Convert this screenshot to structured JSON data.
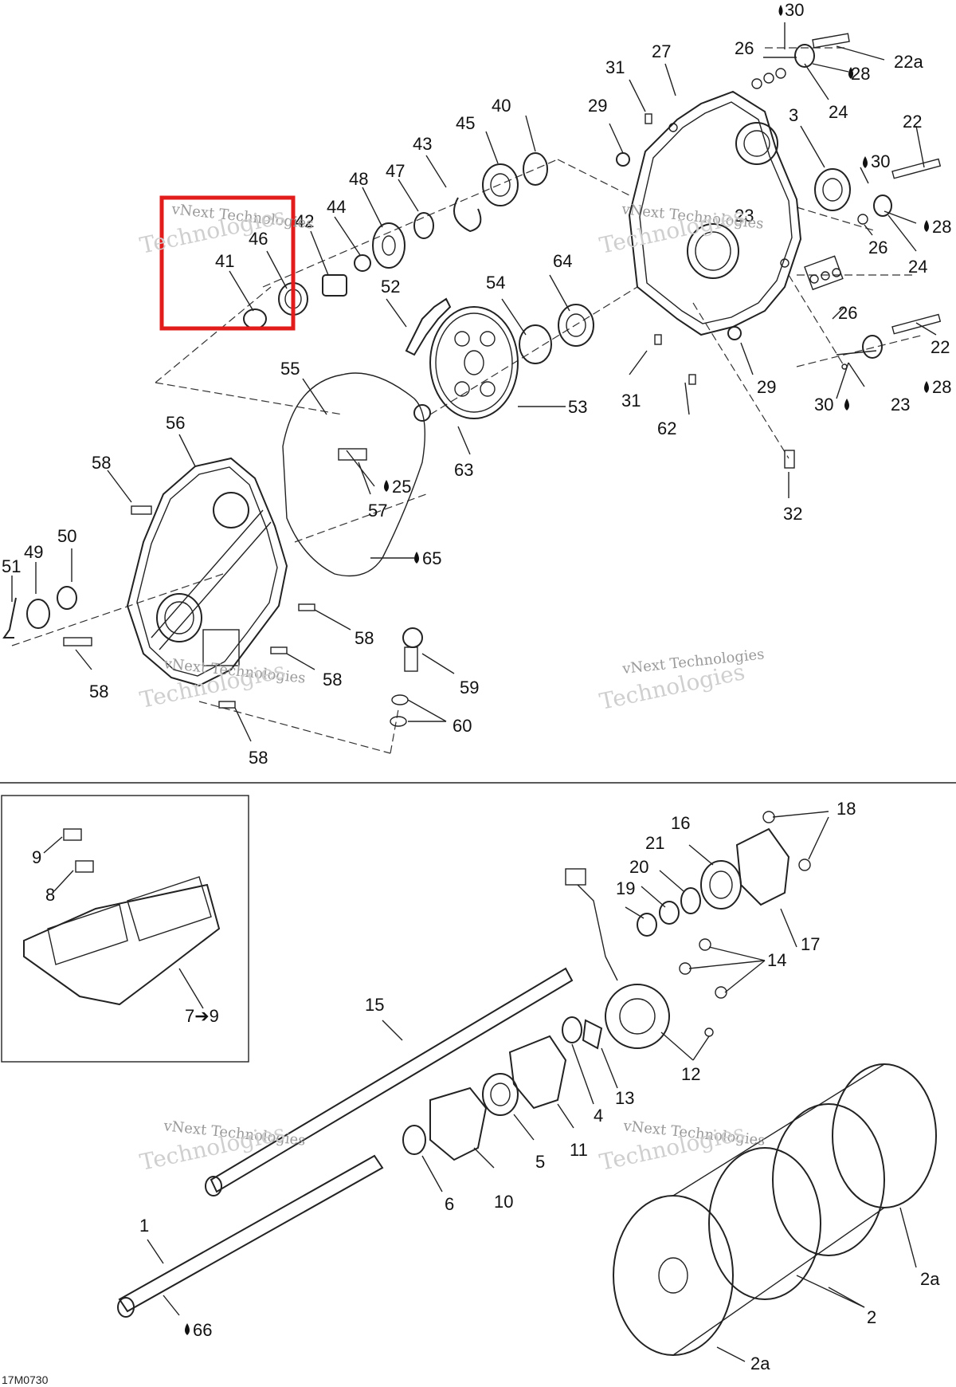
{
  "diagram_code": "17M0730",
  "watermark": {
    "line1": "vNext Technologies",
    "line2": "Technologies"
  },
  "callouts": {
    "c30a": "30",
    "c27": "27",
    "c26a": "26",
    "c22a": "22a",
    "c28a": "28",
    "c31a": "31",
    "c29a": "29",
    "c24a": "24",
    "c3": "3",
    "c30b": "30",
    "c22b": "22",
    "c45": "45",
    "c40": "40",
    "c43": "43",
    "c47": "47",
    "c48": "48",
    "c44": "44",
    "c42": "42",
    "c46": "46",
    "c41": "41",
    "c23a": "23",
    "c28b": "28",
    "c26b": "26",
    "c24b": "24",
    "c52": "52",
    "c54": "54",
    "c64": "64",
    "c26c": "26",
    "c22c": "22",
    "c55": "55",
    "c53": "53",
    "c29b": "29",
    "c28c": "28",
    "c31b": "31",
    "c62": "62",
    "c30c": "30",
    "c23b": "23",
    "c63": "63",
    "c56": "56",
    "c58a": "58",
    "c25": "25",
    "c57": "57",
    "c32": "32",
    "c50": "50",
    "c49": "49",
    "c51": "51",
    "c65": "65",
    "c58b": "58",
    "c58c": "58",
    "c59": "59",
    "c58d": "58",
    "c60": "60",
    "c58e": "58",
    "c18": "18",
    "c16": "16",
    "c21": "21",
    "c20": "20",
    "c19": "19",
    "c9": "9",
    "c8": "8",
    "c17": "17",
    "c14": "14",
    "c7to9": "7➔9",
    "c15": "15",
    "c12": "12",
    "c13": "13",
    "c4": "4",
    "c11": "11",
    "c5": "5",
    "c10": "10",
    "c6": "6",
    "c1": "1",
    "c66": "66",
    "c2a_a": "2a",
    "c2": "2",
    "c2a_b": "2a"
  },
  "highlight": {
    "color": "#e21b1b",
    "parts": [
      "46",
      "41"
    ]
  }
}
